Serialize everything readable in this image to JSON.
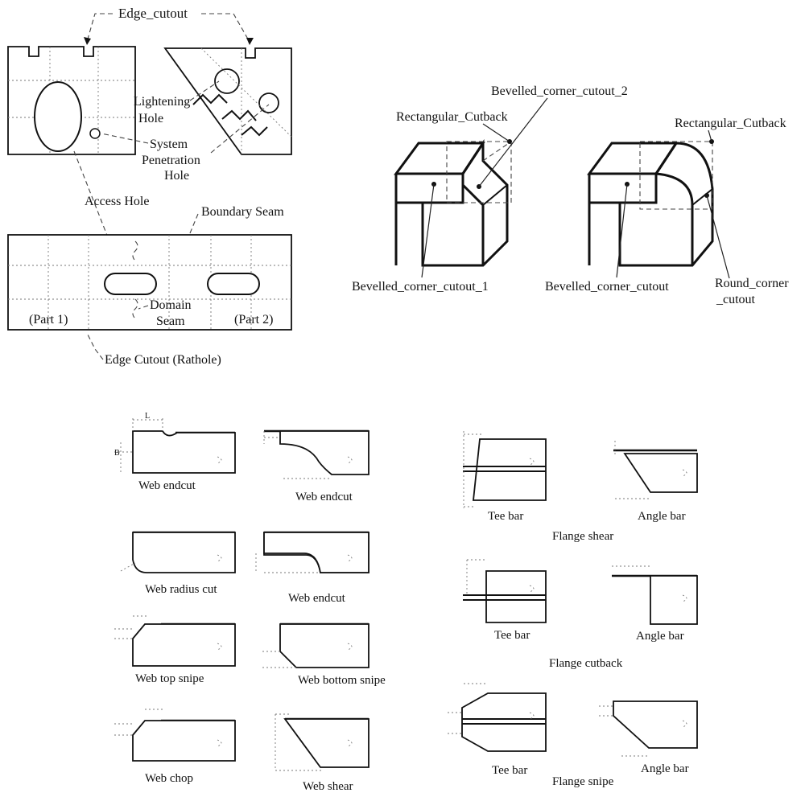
{
  "top_left": {
    "edge_cutout": "Edge_cutout",
    "lightening_hole": [
      "Lightening",
      "Hole"
    ],
    "system_penetration_hole": [
      "System",
      "Penetration",
      "Hole"
    ],
    "access_hole": "Access Hole",
    "boundary_seam": "Boundary Seam",
    "domain_seam": [
      "Domain",
      "Seam"
    ],
    "part1": "(Part 1)",
    "part2": "(Part 2)",
    "edge_cutout_rathole": "Edge Cutout (Rathole)"
  },
  "top_right": {
    "bevelled_corner_cutout_2": "Bevelled_corner_cutout_2",
    "rectangular_cutback_left": "Rectangular_Cutback",
    "rectangular_cutback_right": "Rectangular_Cutback",
    "bevelled_corner_cutout_1": "Bevelled_corner_cutout_1",
    "bevelled_corner_cutout": "Bevelled_corner_cutout",
    "round_corner_cutout": [
      "Round_corner",
      "_cutout"
    ]
  },
  "web_panels": [
    {
      "caption": "Web endcut"
    },
    {
      "caption": "Web endcut"
    },
    {
      "caption": "Web radius cut"
    },
    {
      "caption": "Web endcut"
    },
    {
      "caption": "Web top snipe"
    },
    {
      "caption": "Web bottom snipe"
    },
    {
      "caption": "Web chop"
    },
    {
      "caption": "Web shear"
    }
  ],
  "flange_groups": [
    {
      "title": "Flange shear",
      "left": "Tee bar",
      "right": "Angle bar"
    },
    {
      "title": "Flange cutback",
      "left": "Tee bar",
      "right": "Angle bar"
    },
    {
      "title": "Flange snipe",
      "left": "Tee bar",
      "right": "Angle bar"
    }
  ]
}
